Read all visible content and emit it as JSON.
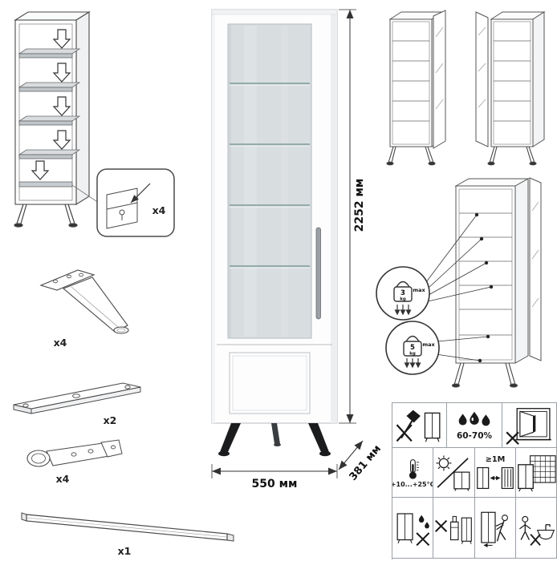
{
  "main_cabinet": {
    "dim_height": "2252 мм",
    "dim_width": "550 мм",
    "dim_depth": "381 мм"
  },
  "parts": {
    "shelf_pin": {
      "qty": "x4"
    },
    "leg": {
      "qty": "x4"
    },
    "rail": {
      "qty": "x2"
    },
    "hinge": {
      "qty": "x4"
    },
    "handle": {
      "qty": "x1"
    }
  },
  "load_limits": {
    "glass_shelf": {
      "value": "3",
      "unit": "kg",
      "max_label": "max"
    },
    "bottom_shelf": {
      "value": "5",
      "unit": "kg",
      "max_label": "max"
    }
  },
  "pictograms": {
    "humidity": "60-70%",
    "temperature": "+10...+25°C",
    "distance": "≥1M"
  },
  "colors": {
    "line": "#4a4a4a",
    "glass": "#d8dde0",
    "leg_black": "#1a1c1e"
  }
}
